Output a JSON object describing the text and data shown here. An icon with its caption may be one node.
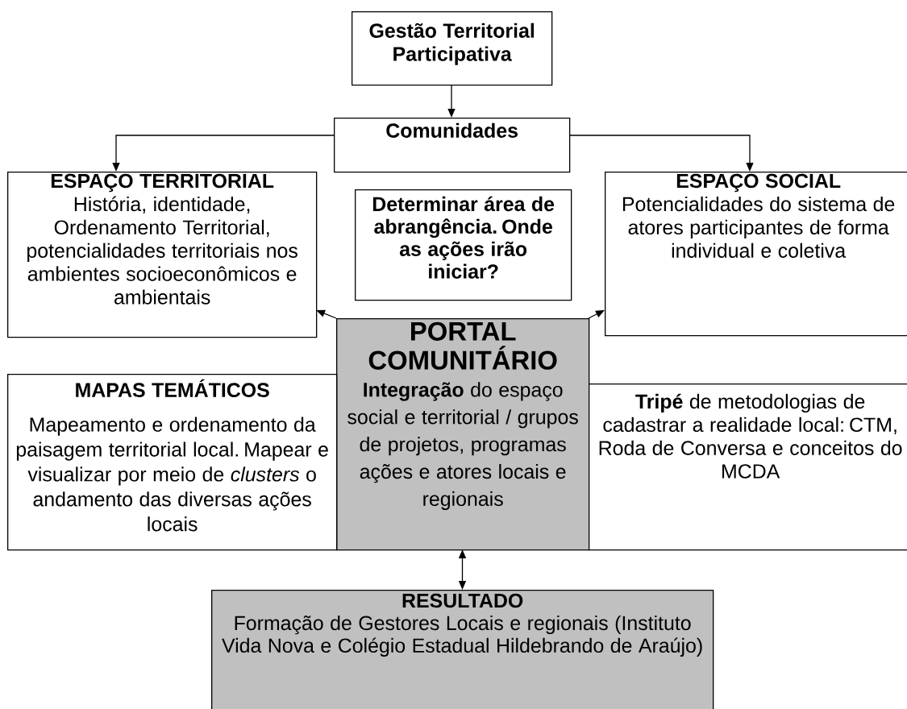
{
  "diagram": {
    "nodes": [
      {
        "text": [
          "Gestão Territorial Participativa"
        ]
      },
      {
        "text": [
          "Comunidades"
        ]
      },
      {
        "text": [
          "ESPAÇO TERRITORIAL",
          "História, identidade, Ordenamento Territorial, potencialidades territoriais nos ambientes socioeconômicos e ambientais"
        ]
      },
      {
        "text": [
          "Determinar área de abrangência. Onde as ações irão iniciar?"
        ]
      },
      {
        "text": [
          "ESPAÇO SOCIAL",
          "Potencialidades do sistema de atores participantes de forma individual e coletiva"
        ]
      },
      {
        "text": [
          "PORTAL COMUNITÁRIO",
          "**Integração** do espaço social e territorial / grupos de projetos, programas ações e atores locais e regionais"
        ]
      },
      {
        "text": [
          "MAPAS TEMÁTICOS",
          "Mapeamento e ordenamento da paisagem territorial local. Mapear e visualizar por meio de *clusters* o andamento das diversas ações locais"
        ]
      },
      {
        "text": [
          "**Tripé** de metodologias de cadastrar a realidade local: CTM, Roda de Conversa e conceitos do MCDA"
        ]
      },
      {
        "text": [
          "RESULTADO",
          "Formação de Gestores Locais e regionais (Instituto Vida Nova e Colégio Estadual Hildebrando de Araújo)"
        ]
      }
    ],
    "edges": [
      {
        "from": 0,
        "to": 1,
        "arrow": "to"
      },
      {
        "from": 1,
        "to": 2,
        "arrow": "to"
      },
      {
        "from": 1,
        "to": 4,
        "arrow": "to"
      },
      {
        "from": 5,
        "to": 2,
        "arrow": "to"
      },
      {
        "from": 5,
        "to": 4,
        "arrow": "to"
      },
      {
        "from": 5,
        "to": 8,
        "arrow": "both"
      }
    ]
  }
}
